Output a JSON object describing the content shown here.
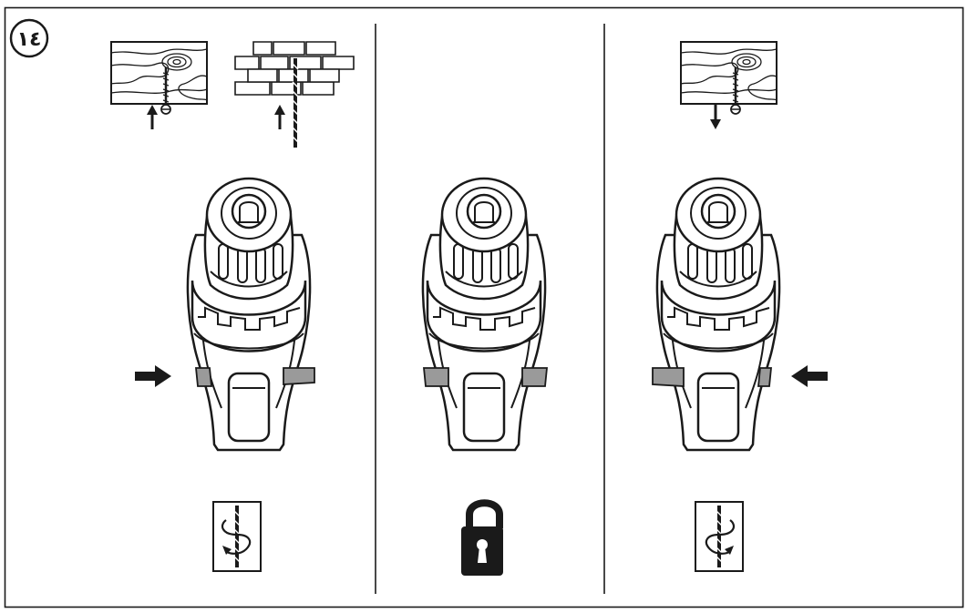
{
  "figure": {
    "number_label": "١٤",
    "colors": {
      "ink": "#1a1a1a",
      "switch_fill": "#9a9a9a",
      "paper": "#ffffff"
    }
  },
  "panels": [
    {
      "id": "left",
      "mode": "forward-rotation",
      "material_icons": [
        "wood-screw-icon",
        "brick-drill-bit-icon"
      ],
      "material_arrow": "up",
      "switch_push_side": "left",
      "bottom_icon": "clockwise-rotation-icon"
    },
    {
      "id": "center",
      "mode": "locked",
      "material_icons": [],
      "switch_push_side": "none",
      "bottom_icon": "padlock-icon"
    },
    {
      "id": "right",
      "mode": "reverse-rotation",
      "material_icons": [
        "wood-screw-icon"
      ],
      "material_arrow": "down",
      "switch_push_side": "right",
      "bottom_icon": "counterclockwise-rotation-icon"
    }
  ]
}
